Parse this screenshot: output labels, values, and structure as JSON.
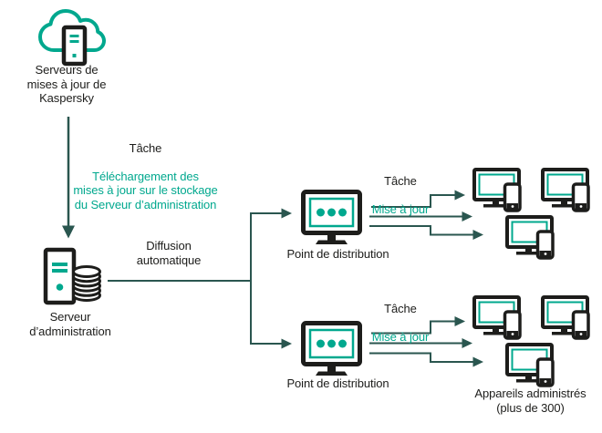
{
  "colors": {
    "teal": "#00A88E",
    "dark_teal": "#2A564F",
    "ink": "#1D1D1B",
    "background": "#FFFFFF"
  },
  "icons": {
    "kaspersky_update_servers": "cloud-server-icon",
    "admin_server": "server-database-icon",
    "distribution_point": "monitor-dots-icon",
    "managed_device": "desktop-with-phone-icon",
    "connectors": "arrow-icons"
  },
  "labels": {
    "kaspersky_servers": "Serveurs de\nmises à jour de\nKaspersky",
    "task_download_title": "Tâche",
    "task_download_desc": "Téléchargement des\nmises à jour sur le stockage\ndu Serveur d’administration",
    "admin_server": "Serveur\nd’administration",
    "diffusion": "Diffusion\nautomatique",
    "task_update_title_1": "Tâche",
    "task_update_desc_1": "Mise à jour",
    "distribution_point_1": "Point de distribution",
    "task_update_title_2": "Tâche",
    "task_update_desc_2": "Mise à jour",
    "distribution_point_2": "Point de distribution",
    "managed_devices": "Appareils administrés\n(plus de 300)"
  }
}
